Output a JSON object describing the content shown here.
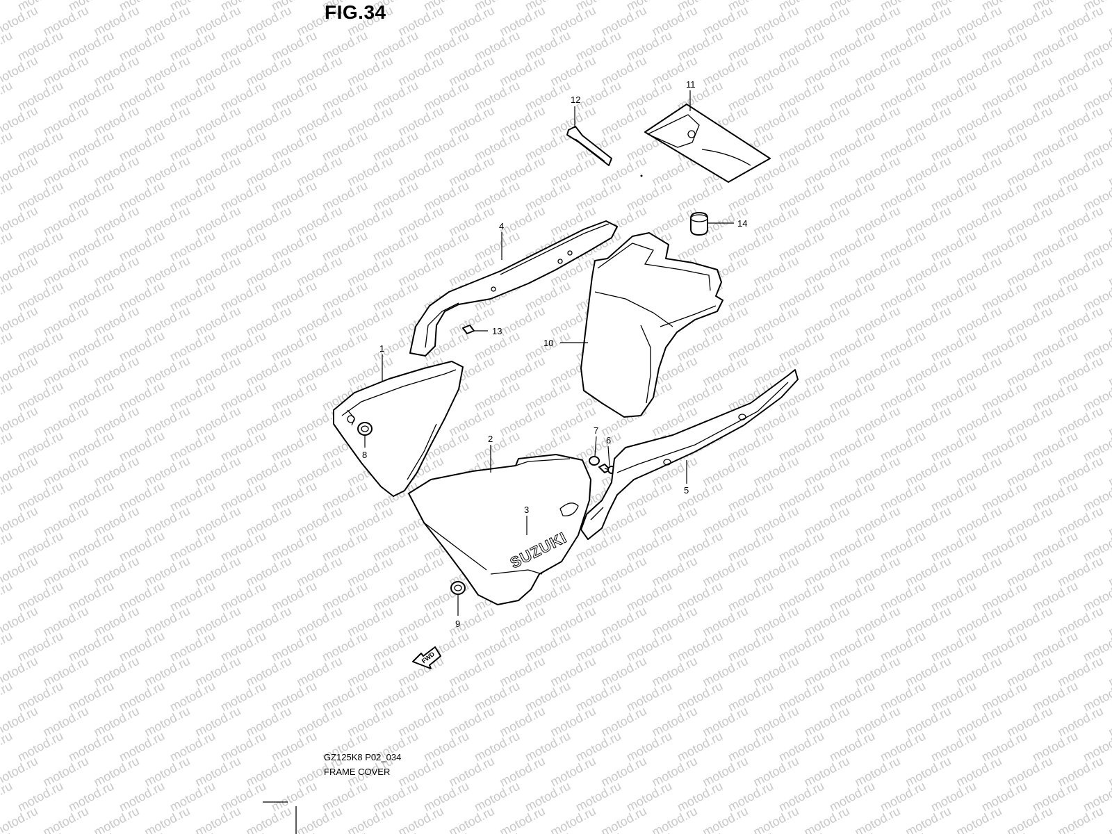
{
  "figure": {
    "title": "FIG.34",
    "model_code": "GZ125K8 P02_034",
    "name": "FRAME COVER"
  },
  "watermark": {
    "text": "motod.ru",
    "color": "#c8c8c8"
  },
  "callouts": [
    {
      "id": "1",
      "label": "1"
    },
    {
      "id": "2",
      "label": "2"
    },
    {
      "id": "3",
      "label": "3"
    },
    {
      "id": "4",
      "label": "4"
    },
    {
      "id": "5",
      "label": "5"
    },
    {
      "id": "6",
      "label": "6"
    },
    {
      "id": "7",
      "label": "7"
    },
    {
      "id": "8",
      "label": "8"
    },
    {
      "id": "9",
      "label": "9"
    },
    {
      "id": "10",
      "label": "10"
    },
    {
      "id": "11",
      "label": "11"
    },
    {
      "id": "12",
      "label": "12"
    },
    {
      "id": "13",
      "label": "13"
    },
    {
      "id": "14",
      "label": "14"
    }
  ],
  "fwd_arrow": {
    "label": "FWD"
  },
  "logo": {
    "text": "SUZUKI"
  }
}
